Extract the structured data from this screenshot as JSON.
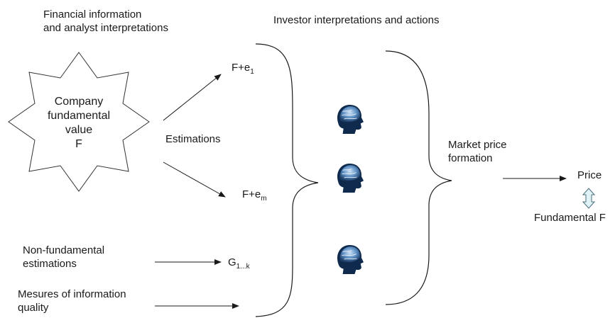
{
  "headers": {
    "left": [
      "Financial information",
      "and analyst interpretations"
    ],
    "right": "Investor interpretations and actions"
  },
  "center_node": {
    "lines": [
      "Company",
      "fundamental",
      "value",
      "F"
    ]
  },
  "estimations_label": "Estimations",
  "estimates": {
    "first": {
      "base": "F+e",
      "sub": "1"
    },
    "last": {
      "base": "F+e",
      "sub": "m"
    }
  },
  "non_fundamental": {
    "lines": [
      "Non-fundamental",
      "estimations"
    ],
    "symbol": {
      "base": "G",
      "sub": "1...k"
    }
  },
  "info_quality": {
    "lines": [
      "Mesures of information",
      "quality"
    ]
  },
  "investors": {
    "icon": "investor-head-icon",
    "count": 3
  },
  "market_price": {
    "lines": [
      "Market price",
      "formation"
    ]
  },
  "price_label": "Price",
  "fundamental_label": "Fundamental F",
  "colors": {
    "arrow": "#1a1a1a",
    "head": "#3a6fae",
    "head_dark": "#0f2a4d",
    "double_arrow_fill": "#dff2f6",
    "double_arrow_stroke": "#4a6f7a"
  }
}
